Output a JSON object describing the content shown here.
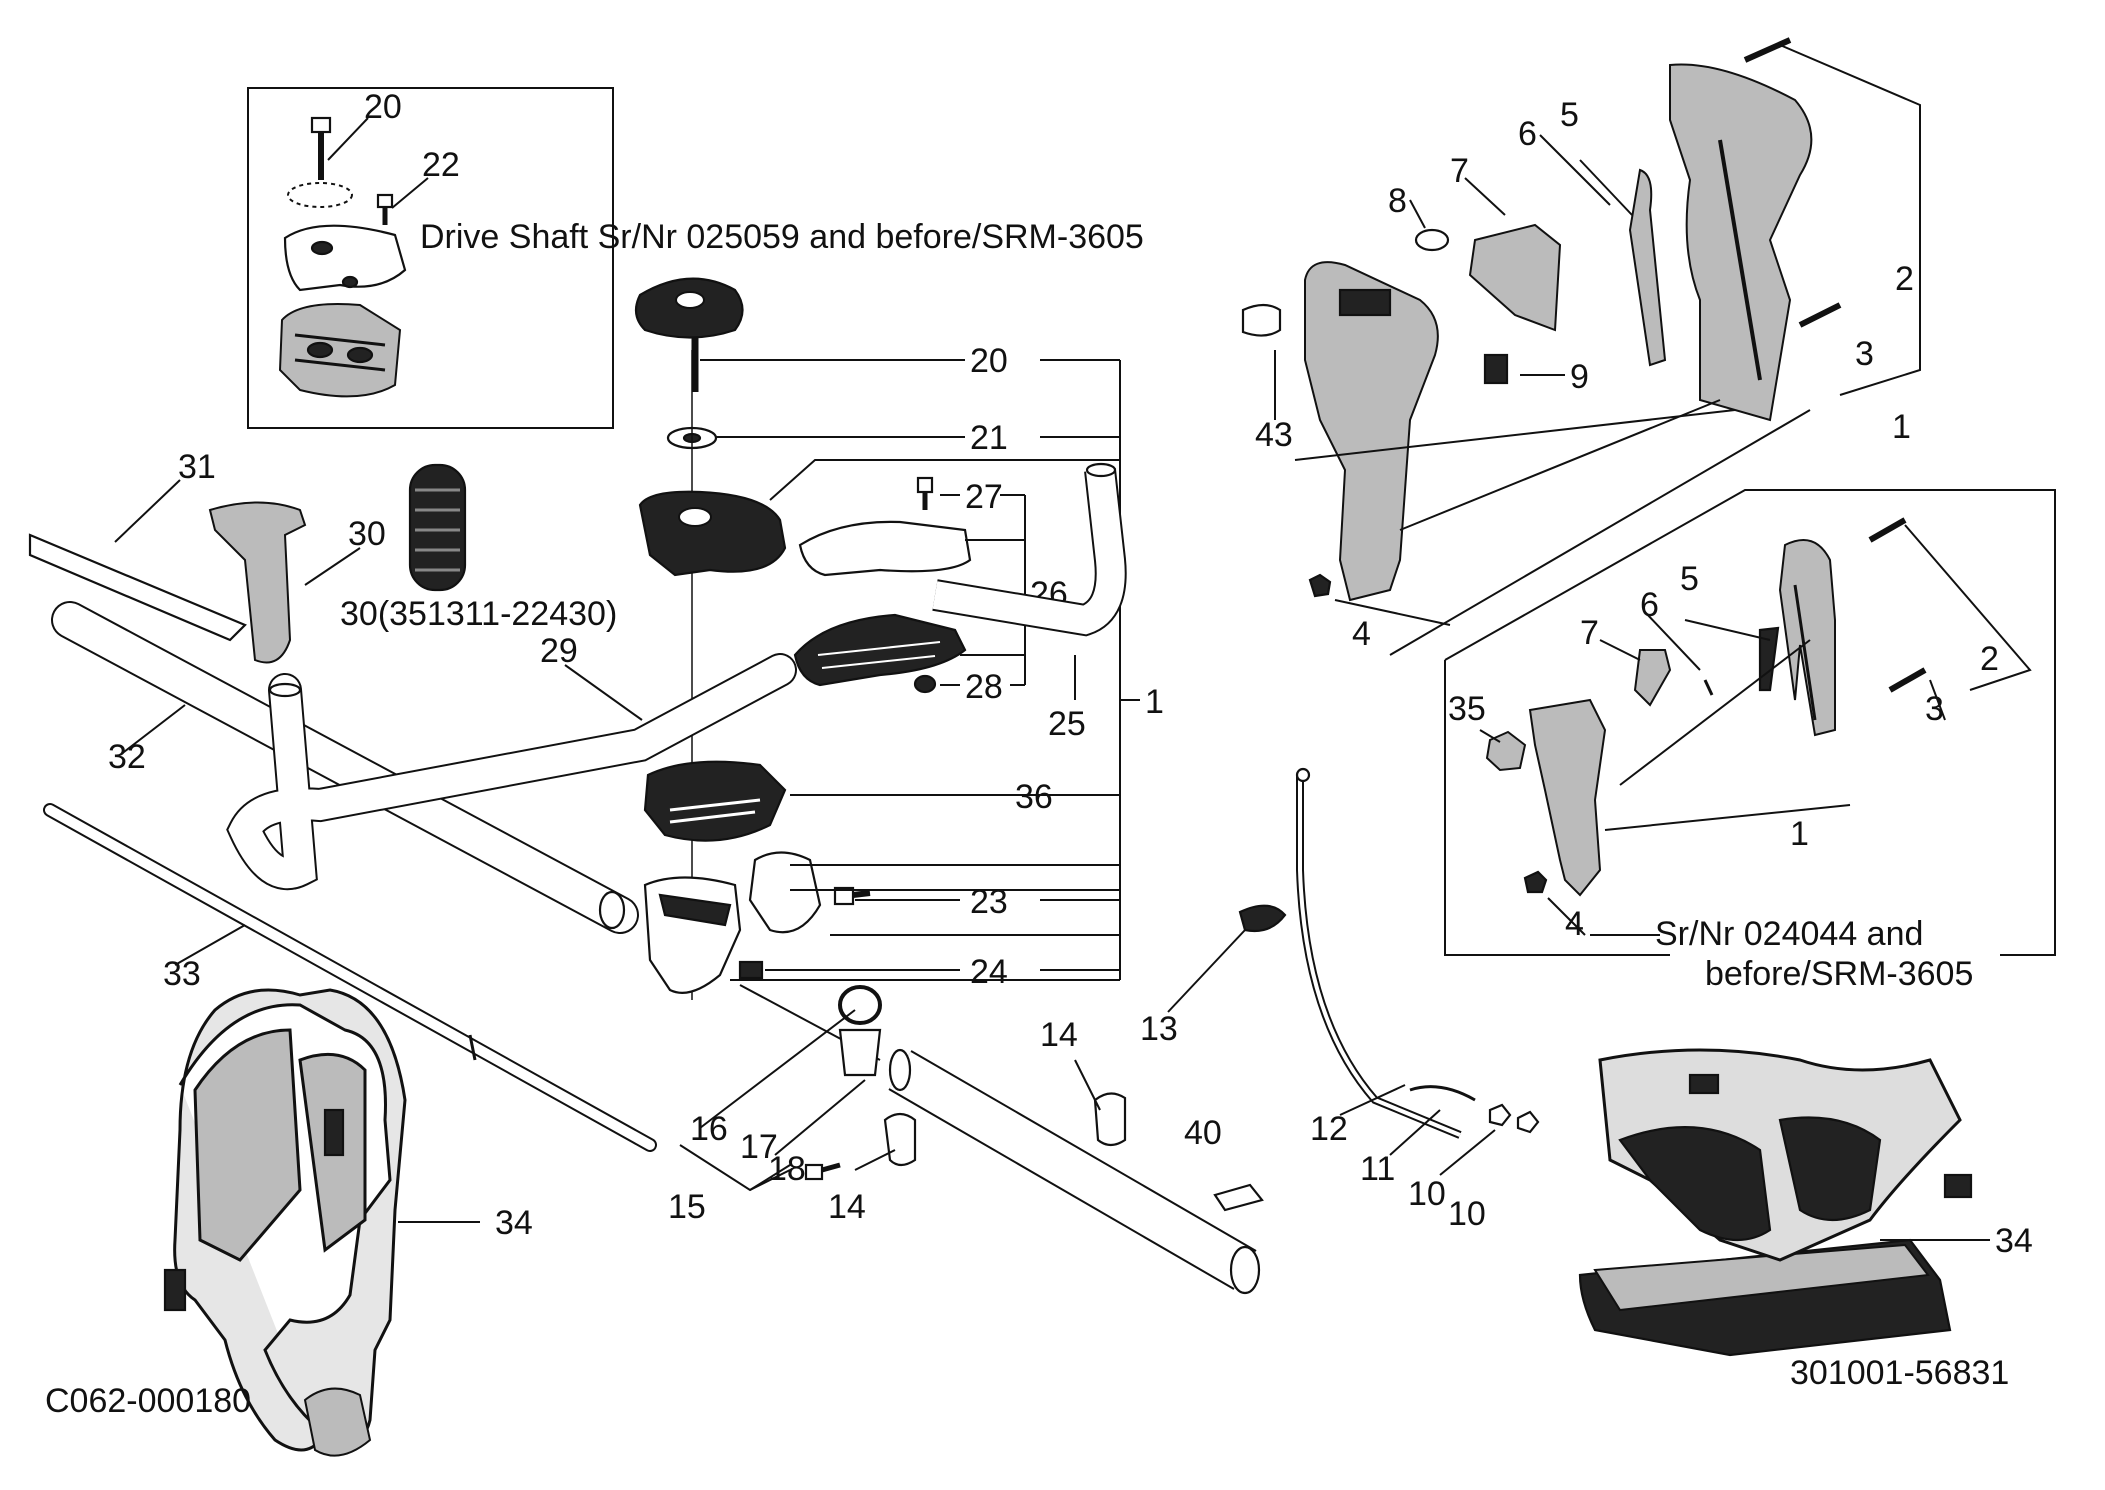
{
  "captions": {
    "inset_drive_shaft": "Drive Shaft Sr/Nr 025059 and before/SRM-3605",
    "inset_handle_line1": "Sr/Nr 024044 and",
    "inset_handle_line2": "before/SRM-3605",
    "harness_left_code": "C062-000180",
    "harness_right_code": "301001-56831"
  },
  "callouts": {
    "inset_20": "20",
    "inset_22": "22",
    "p20": "20",
    "p21": "21",
    "p27": "27",
    "p26": "26",
    "p28": "28",
    "p25": "25",
    "p1_main": "1",
    "p36": "36",
    "p23": "23",
    "p24": "24",
    "p31": "31",
    "p30": "30",
    "p30_alt": "30(351311-22430)",
    "p29": "29",
    "p32": "32",
    "p33": "33",
    "p34_left": "34",
    "p34_right": "34",
    "p16": "16",
    "p17": "17",
    "p18": "18",
    "p15": "15",
    "p14_a": "14",
    "p14_b": "14",
    "p40": "40",
    "p13": "13",
    "p12": "12",
    "p11": "11",
    "p10_a": "10",
    "p10_b": "10",
    "u2": "2",
    "u3": "3",
    "u1": "1",
    "u4": "4",
    "u5": "5",
    "u6": "6",
    "u7": "7",
    "u8": "8",
    "u9": "9",
    "u43": "43",
    "l2": "2",
    "l3": "3",
    "l1": "1",
    "l4": "4",
    "l5": "5",
    "l6": "6",
    "l7": "7",
    "l35": "35"
  }
}
